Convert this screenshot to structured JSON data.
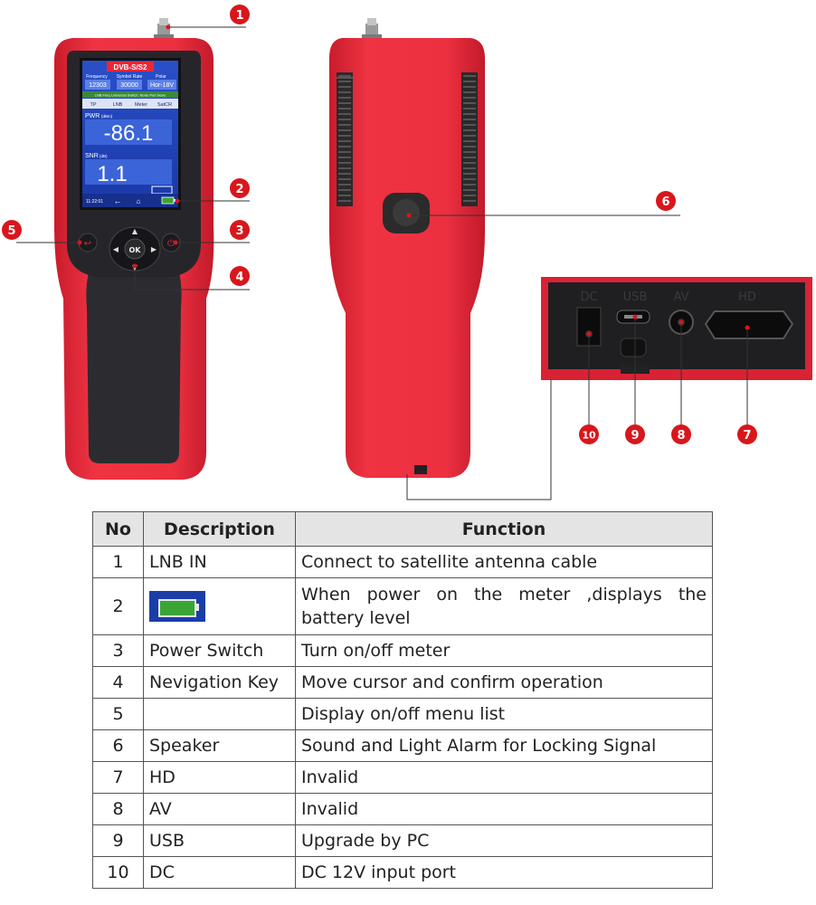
{
  "device_screen": {
    "mode": "DVB-S/S2",
    "frequency_label": "Frequency",
    "frequency_value": "12303",
    "symbol_rate_label": "Symbol Rate",
    "symbol_rate_value": "30000",
    "polar_label": "Polar",
    "polar_value": "Hor-18V",
    "info_strip": "LNB Freq Universal  Switch: None  Port None",
    "tabs": [
      "TP",
      "LNB",
      "Meter",
      "SatCR"
    ],
    "pwr_label": "PWR",
    "pwr_unit": "(dBm)",
    "pwr_value": "-86.1",
    "snr_label": "SNR",
    "snr_unit": "(dB)",
    "snr_value": "1.1",
    "status_time": "11:22:01"
  },
  "keypad": {
    "ok_label": "OK"
  },
  "ports": {
    "dc": "DC",
    "usb": "USB",
    "av": "AV",
    "hd": "HD"
  },
  "callouts": [
    "1",
    "2",
    "3",
    "4",
    "5",
    "6",
    "7",
    "8",
    "9",
    "10"
  ],
  "colors": {
    "device_red": "#e8283a",
    "device_black": "#2c2c30",
    "callout_red": "#d9161c",
    "screen_blue": "#1d3fb8"
  },
  "table": {
    "headers": {
      "no": "No",
      "description": "Description",
      "function": "Function"
    },
    "rows": [
      {
        "no": "1",
        "description": "LNB IN",
        "function": "Connect to satellite antenna cable"
      },
      {
        "no": "2",
        "description": "",
        "function": "When power on the meter ,displays the battery level",
        "icon": "battery-icon"
      },
      {
        "no": "3",
        "description": "Power Switch",
        "function": "Turn on/off meter"
      },
      {
        "no": "4",
        "description": "Nevigation Key",
        "function": "Move cursor and confirm operation"
      },
      {
        "no": "5",
        "description": "",
        "function": "Display on/off menu list"
      },
      {
        "no": "6",
        "description": "Speaker",
        "function": "Sound and Light Alarm for Locking Signal"
      },
      {
        "no": "7",
        "description": "HD",
        "function": "Invalid"
      },
      {
        "no": "8",
        "description": "AV",
        "function": "Invalid"
      },
      {
        "no": "9",
        "description": "USB",
        "function": "Upgrade by PC"
      },
      {
        "no": "10",
        "description": "DC",
        "function": "DC 12V input port"
      }
    ]
  }
}
